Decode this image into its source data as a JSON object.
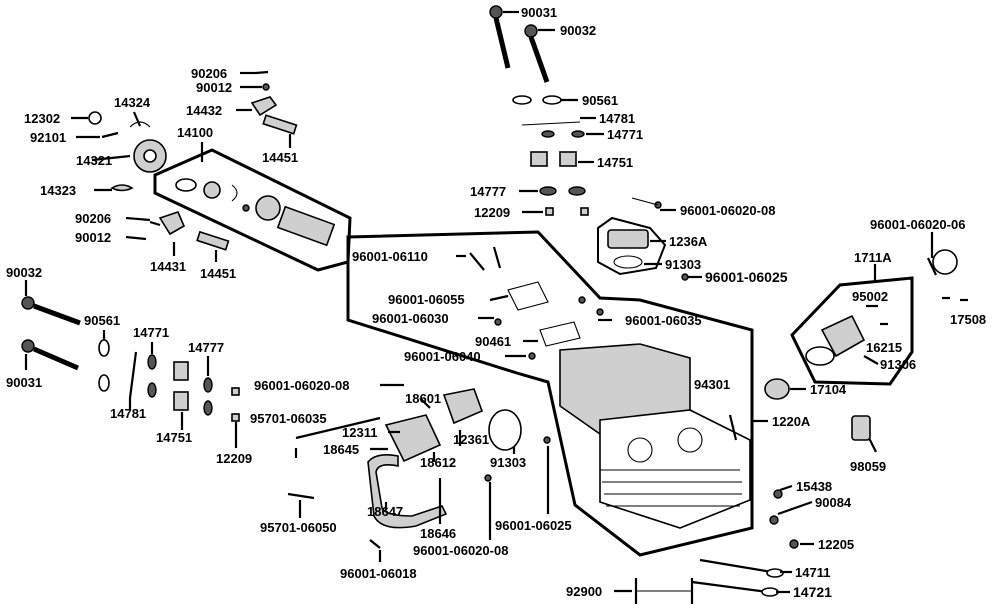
{
  "labels": {
    "p90031_top": "90031",
    "p90032_top": "90032",
    "p90561_top": "90561",
    "p14781_top": "14781",
    "p14771_top": "14771",
    "p14751_top": "14751",
    "p14777_top": "14777",
    "p12209_top": "12209",
    "p96001_06020_08_top": "96001-06020-08",
    "p1236A": "1236A",
    "p91303_top": "91303",
    "p96001_06025_top": "96001-06025",
    "p96001_06020_06": "96001-06020-06",
    "p1711A": "1711A",
    "p95002": "95002",
    "p16215": "16215",
    "p91306": "91306",
    "p17508": "17508",
    "p17104": "17104",
    "p1220A": "1220A",
    "p94301": "94301",
    "p98059": "98059",
    "p15438": "15438",
    "p90084": "90084",
    "p12205": "12205",
    "p14711": "14711",
    "p14721": "14721",
    "p92900": "92900",
    "p90206_top": "90206",
    "p90012_top": "90012",
    "p14432": "14432",
    "p14451_top": "14451",
    "p12302": "12302",
    "p14324": "14324",
    "p92101": "92101",
    "p14100": "14100",
    "p14321": "14321",
    "p14323": "14323",
    "p90206_mid": "90206",
    "p90012_mid": "90012",
    "p14431": "14431",
    "p14451_mid": "14451",
    "p96001_06110": "96001-06110",
    "p96001_06055": "96001-06055",
    "p96001_06030": "96001-06030",
    "p96001_06035": "96001-06035",
    "p90461": "90461",
    "p96001_06040": "96001-06040",
    "p90032_left": "90032",
    "p90561_left": "90561",
    "p14771_left": "14771",
    "p14777_left": "14777",
    "p90031_left": "90031",
    "p14781_left": "14781",
    "p14751_left": "14751",
    "p12209_left": "12209",
    "p96001_06020_08_mid": "96001-06020-08",
    "p95701_06035": "95701-06035",
    "p18601": "18601",
    "p12311": "12311",
    "p18645": "18645",
    "p18612": "18612",
    "p12361": "12361",
    "p91303_mid": "91303",
    "p96001_06025_mid": "96001-06025",
    "p18647": "18647",
    "p18646": "18646",
    "p95701_06050": "95701-06050",
    "p96001_06020_08_bot": "96001-06020-08",
    "p96001_06018": "96001-06018"
  }
}
